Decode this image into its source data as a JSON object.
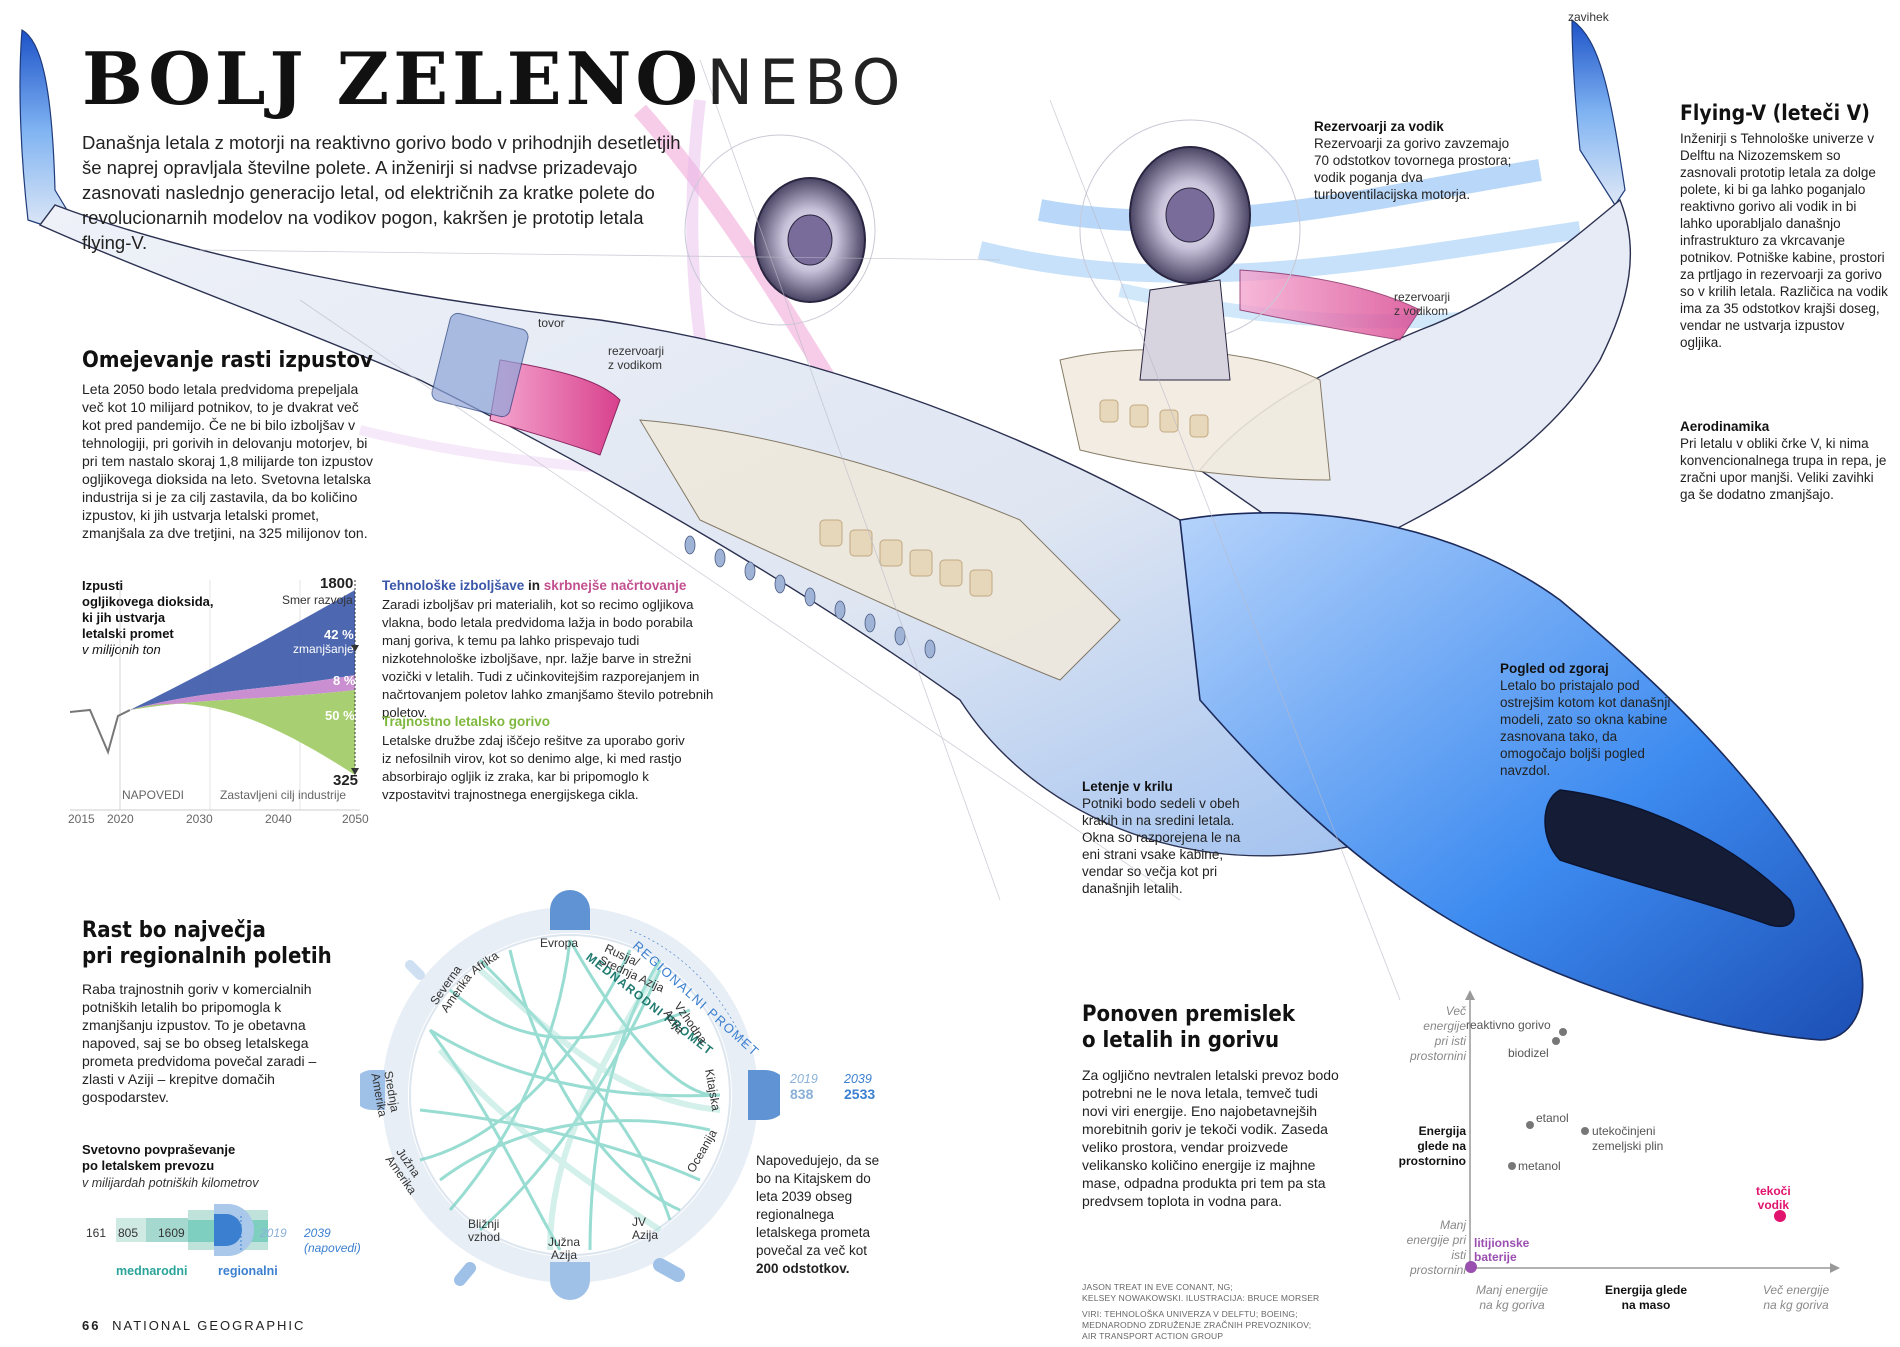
{
  "page": {
    "title_bold": "BOLJ ZELENO",
    "title_light": "NEBO",
    "intro": "Današnja letala z motorji na reaktivno gorivo bodo v prihodnjih desetletjih še naprej opravljala številne polete. A inženirji si nadvse prizadevajo zasnovati naslednjo generacijo letal, od električnih za kratke polete do revolucionarnih modelov na vodikov pogon, kakršen je prototip letala flying-V.",
    "footer_page": "66",
    "footer_mag": "NATIONAL GEOGRAPHIC"
  },
  "plane_labels": {
    "tovor": "tovor",
    "rez_left_1": "rezervoarji",
    "rez_left_2": "z vodikom",
    "rez_right_1": "rezervoarji",
    "rez_right_2": "z vodikom",
    "zavihek": "zavihek"
  },
  "emissions": {
    "heading": "Omejevanje rasti izpustov",
    "text": "Leta 2050 bodo letala predvidoma prepeljala več kot 10 milijard potnikov, to je dvakrat več kot pred pandemijo. Če ne bi bilo izboljšav v tehnologiji, pri gorivih in delovanju motorjev, bi pri tem nastalo skoraj 1,8 milijarde ton izpustov ogljikovega dioksida na leto. Svetovna letalska industrija si je za cilj zastavila, da bo količino izpustov, ki jih ustvarja letalski promet, zmanjšala za dve tretjini, na 325 milijonov ton."
  },
  "emissions_chart": {
    "label_1": "Izpusti",
    "label_2": "ogljikovega dioksida,",
    "label_3": "ki jih ustvarja",
    "label_4": "letalski promet",
    "unit": "v milijonih ton",
    "top_value": "1800",
    "top_label": "Smer razvoja",
    "pct_42": "42 %",
    "pct_42_label": "zmanjšanje",
    "pct_8": "8 %",
    "pct_50": "50 %",
    "bottom_value": "325",
    "forecast_label": "NAPOVEDI",
    "goal_label": "Zastavljeni cilj industrije",
    "years": [
      "2015",
      "2020",
      "2030",
      "2040",
      "2050"
    ]
  },
  "tech": {
    "title_a": "Tehnološke izboljšave",
    "title_in": " in ",
    "title_b": "skrbnejše načrtovanje",
    "text": "Zaradi izboljšav pri materialih, kot so recimo ogljikova vlakna, bodo letala predvidoma lažja in bodo porabila manj goriva, k temu pa lahko prispevajo tudi nizkotehnološke izboljšave, npr. lažje barve in strežni vozički v letalih. Tudi z učinkovitejšim razporejanjem in načrtovanjem poletov lahko zmanjšamo število potrebnih poletov.",
    "fuel_title": "Trajnostno letalsko gorivo",
    "fuel_text": "Letalske družbe zdaj iščejo rešitve za uporabo goriv iz nefosilnih virov, kot so denimo alge, ki med rastjo absorbirajo ogljik iz zraka, kar bi pripomoglo k vzpostavitvi trajnostnega energijskega cikla."
  },
  "regional": {
    "heading_1": "Rast bo največja",
    "heading_2": "pri regionalnih poletih",
    "text": "Raba trajnostnih goriv v komercialnih potniških letalih bo pripomogla k zmanjšanju izpustov. To je obetavna napoved, saj se bo obseg letalskega prometa predvidoma povečal zaradi – zlasti v Aziji – krepitve domačih gospodarstev.",
    "demand_title_1": "Svetovno povpraševanje",
    "demand_title_2": "po letalskem prevozu",
    "demand_unit": "v milijardah potniških kilometrov",
    "bar_values": [
      "161",
      "805",
      "1609"
    ],
    "year_2019": "2019",
    "year_2039": "2039",
    "napovedi": "(napovedi)",
    "mednarodni": "mednarodni",
    "regionalni": "regionalni"
  },
  "circle": {
    "outer_label": "REGIONALNI PROMET",
    "inner_label": "MEDNARODNI PROMET",
    "regions": [
      "Evropa",
      "Rusija/",
      "Srednja Azija",
      "Vzhodna",
      "Azija",
      "Kitajska",
      "Oceanija",
      "JV",
      "Azija",
      "Južna",
      "Azija",
      "Bližnji",
      "vzhod",
      "Južna",
      "Amerika",
      "Srednja",
      "Amerika",
      "Severna",
      "Amerika",
      "Afrika"
    ],
    "china_2019_year": "2019",
    "china_2019_value": "838",
    "china_2039_year": "2039",
    "china_2039_value": "2533",
    "note": "Napovedujejo, da se bo na Kitajskem do leta 2039 obseg regionalnega letalskega prometa povečal za več kot",
    "note_bold": "200 odstotkov."
  },
  "notes": {
    "hydrogen_title": "Rezervoarji za vodik",
    "hydrogen_text": "Rezervoarji za gorivo zavzemajo 70 odstotkov tovornega prostora; vodik poganja dva turboventilacijska motorja.",
    "flyingv_title": "Flying-V (leteči V)",
    "flyingv_text": "Inženirji s Tehnološke univerze v Delftu na Nizozemskem so zasnovali prototip letala za dolge polete, ki bi ga lahko poganjalo reaktivno gorivo ali vodik in bi lahko uporabljalo današnjo infrastrukturo za vkrcavanje potnikov. Potniške kabine, prostori za prtljago in rezervoarji za gorivo so v krilih letala. Različica na vodik ima za 35 odstotkov krajši doseg, vendar ne ustvarja izpustov ogljika.",
    "aero_title": "Aerodinamika",
    "aero_text": "Pri letalu v obliki črke V, ki nima konvencionalnega trupa in repa, je zračni upor manjši. Veliki zavihki ga še dodatno zmanjšajo.",
    "view_title": "Pogled od zgoraj",
    "view_text": "Letalo bo pristajalo pod ostrejšim kotom kot današnji modeli, zato so okna kabine zasnovana tako, da omogočajo boljši pogled navzdol.",
    "wing_title": "Letenje v krilu",
    "wing_text": "Potniki bodo sedeli v obeh krakih in na sredini letala. Okna so razporejena le na eni strani vsake kabine, vendar so večja kot pri današnjih letalih."
  },
  "rethink": {
    "heading_1": "Ponoven premislek",
    "heading_2": "o letalih in gorivu",
    "text": "Za ogljično nevtralen letalski prevoz bodo potrebni ne le nova letala, temveč tudi novi viri energije. Eno najobetavnejših morebitnih goriv je tekoči vodik. Zaseda veliko prostora, vendar proizvede velikansko količino energije iz majhne mase, odpadna produkta pri tem pa sta predvsem toplota in vodna para."
  },
  "energy_chart": {
    "y_top_1": "Več",
    "y_top_2": "energije",
    "y_top_3": "pri isti",
    "y_top_4": "prostornini",
    "y_mid_1": "Energija",
    "y_mid_2": "glede na",
    "y_mid_3": "prostornino",
    "y_bot_1": "Manj",
    "y_bot_2": "energije pri",
    "y_bot_3": "isti",
    "y_bot_4": "prostornini",
    "x_left_1": "Manj energije",
    "x_left_2": "na kg goriva",
    "x_mid_1": "Energija glede",
    "x_mid_2": "na maso",
    "x_right_1": "Več energije",
    "x_right_2": "na kg goriva",
    "points": {
      "reaktivno": "reaktivno gorivo",
      "biodizel": "biodizel",
      "etanol": "etanol",
      "utek_1": "utekočinjeni",
      "utek_2": "zemeljski plin",
      "metanol": "metanol",
      "vodik_1": "tekoči",
      "vodik_2": "vodik",
      "bat_1": "litijionske",
      "bat_2": "baterije"
    },
    "colors": {
      "hydrogen": "#e0136e",
      "battery": "#9a4fb0",
      "grey": "#777777"
    }
  },
  "credits": {
    "line1": "JASON TREAT IN EVE CONANT, NG;",
    "line2": "KELSEY NOWAKOWSKI. ILUSTRACIJA: BRUCE MORSER",
    "line3": "VIRI: TEHNOLOŠKA UNIVERZA V DELFTU; BOEING;",
    "line4": "MEDNARODNO ZDRUŽENJE ZRAČNIH PREVOZNIKOV;",
    "line5": "AIR TRANSPORT ACTION GROUP"
  },
  "colors": {
    "tech_blue": "#3a56a8",
    "tech_pink": "#c2508f",
    "green": "#7fb83e",
    "teal": "#2aa39a",
    "plane_blue": "#2f7fd8"
  }
}
